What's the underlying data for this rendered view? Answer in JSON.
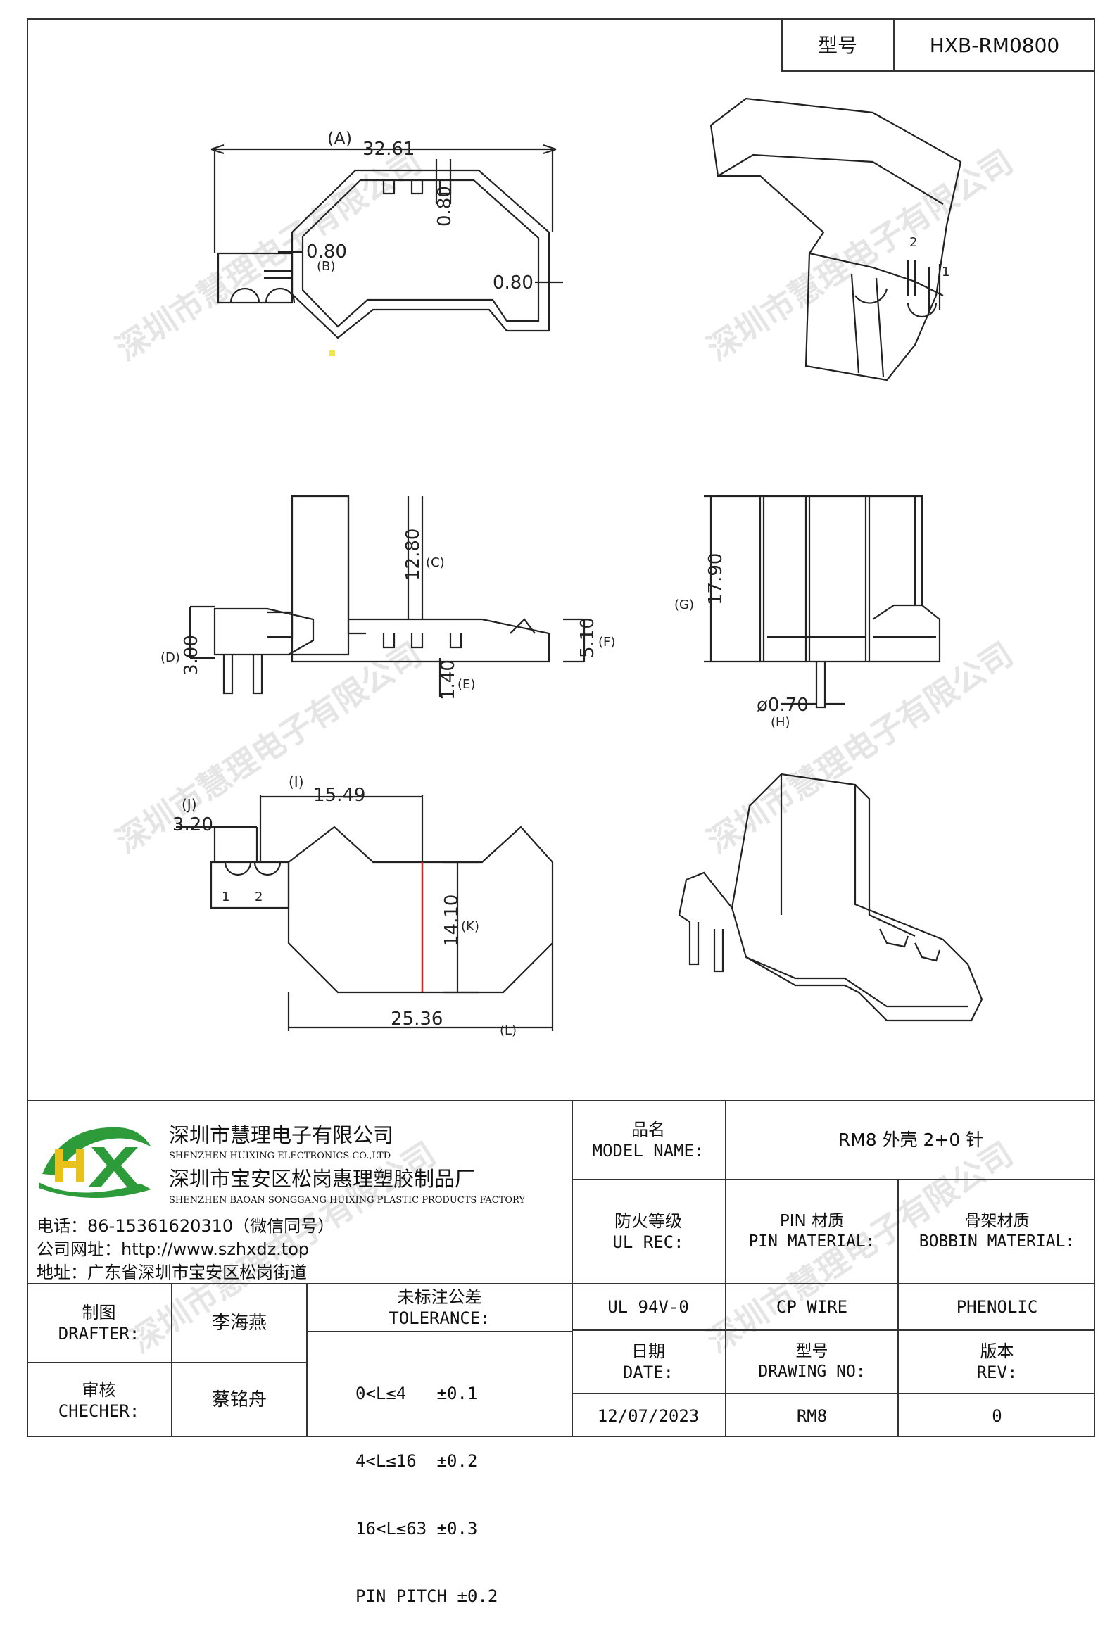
{
  "model_box": {
    "label": "型号",
    "value": "HXB-RM0800"
  },
  "dimensions": {
    "A": {
      "letter": "(A)",
      "value": "32.61"
    },
    "B": {
      "letter": "(B)",
      "value": "0.80"
    },
    "top_pin_gap": "0.80",
    "right_wall": "0.80",
    "C": {
      "letter": "(C)",
      "value": "12.80"
    },
    "D": {
      "letter": "(D)",
      "value": "3.00"
    },
    "E": {
      "letter": "(E)",
      "value": "1.40"
    },
    "F": {
      "letter": "(F)",
      "value": "5.10"
    },
    "G": {
      "letter": "(G)",
      "value": "17.90"
    },
    "H": {
      "letter": "(H)",
      "value": "ø0.70"
    },
    "I": {
      "letter": "(I)",
      "value": "15.49"
    },
    "J": {
      "letter": "(J)",
      "value": "3.20"
    },
    "K": {
      "letter": "(K)",
      "value": "14.10"
    },
    "L": {
      "letter": "(L)",
      "value": "25.36"
    }
  },
  "pin_labels": {
    "p1": "1",
    "p2": "2"
  },
  "watermark": "深圳市慧理电子有限公司",
  "company": {
    "name_cn": "深圳市慧理电子有限公司",
    "name_en": "SHENZHEN HUIXING ELECTRONICS CO.,LTD",
    "factory_cn": "深圳市宝安区松岗惠理塑胶制品厂",
    "factory_en": "SHENZHEN BAOAN SONGGANG HUIXING PLASTIC PRODUCTS FACTORY",
    "phone": "电话：86-15361620310（微信同号）",
    "website": "公司网址：http://www.szhxdz.top",
    "address": "地址：广东省深圳市宝安区松岗街道",
    "logo_text": "HX",
    "logo_colors": {
      "green": "#2e9b3a",
      "yellow": "#e8c21a"
    }
  },
  "title_block": {
    "model_name": {
      "label_cn": "品名",
      "label_en": "MODEL NAME:",
      "value": "RM8 外壳 2+0 针"
    },
    "ul_rec": {
      "label_cn": "防火等级",
      "label_en": "UL REC:",
      "value": "UL 94V-0"
    },
    "pin_material": {
      "label_cn": "PIN 材质",
      "label_en": "PIN MATERIAL:",
      "value": "CP WIRE"
    },
    "bobbin_material": {
      "label_cn": "骨架材质",
      "label_en": "BOBBIN MATERIAL:",
      "value": "PHENOLIC"
    },
    "drafter": {
      "label_cn": "制图",
      "label_en": "DRAFTER:",
      "value": "李海燕"
    },
    "checker": {
      "label_cn": "审核",
      "label_en": "CHECHER:",
      "value": "蔡铭舟"
    },
    "tolerance": {
      "label_cn": "未标注公差",
      "label_en": "TOLERANCE:",
      "lines": [
        "0<L≤4   ±0.1",
        "4<L≤16  ±0.2",
        "16<L≤63 ±0.3",
        "PIN PITCH ±0.2"
      ]
    },
    "date": {
      "label_cn": "日期",
      "label_en": "DATE:",
      "value": "12/07/2023"
    },
    "drawing_no": {
      "label_cn": "型号",
      "label_en": "DRAWING NO:",
      "value": "RM8"
    },
    "rev": {
      "label_cn": "版本",
      "label_en": "REV:",
      "value": "0"
    }
  }
}
